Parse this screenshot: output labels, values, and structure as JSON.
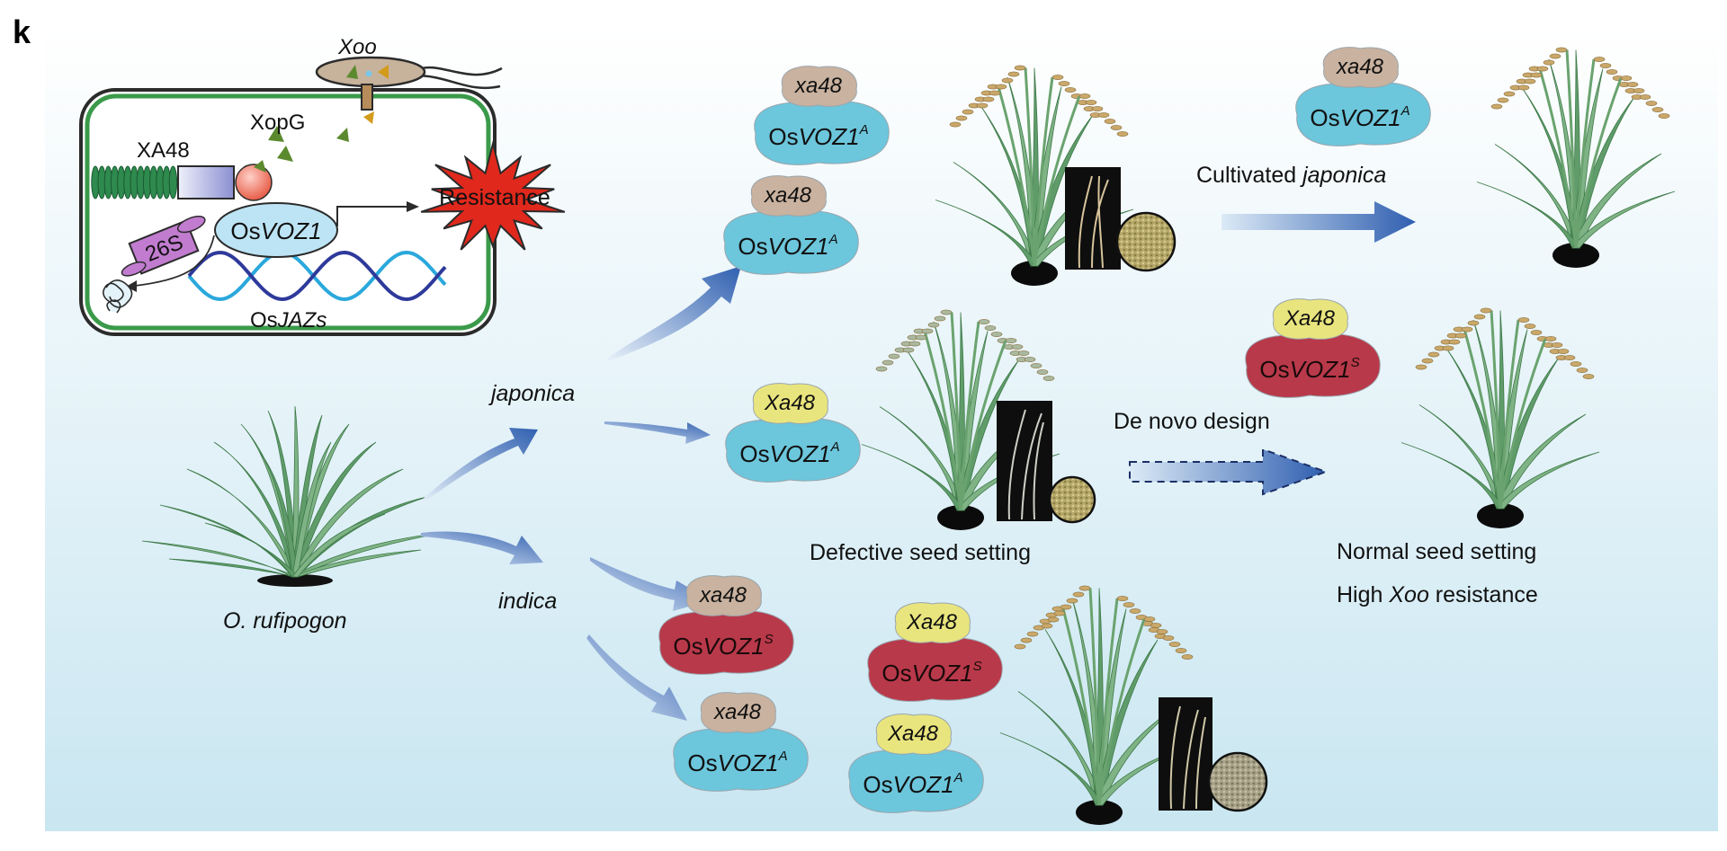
{
  "panel_letter": "k",
  "colors": {
    "bg_top": "#ffffff",
    "bg_bottom": "#cbe7f1",
    "arrow_blue": "#2f5fb0",
    "vozA_fill": "#6cc6dc",
    "vozS_fill": "#b8394a",
    "xa48_recessive_fill": "#c9b29f",
    "Xa48_dominant_fill": "#e9e57e",
    "cell_wall": "#3a9a4a",
    "burst": "#e0281c",
    "leaf_green": "#5f9c6a",
    "panicle_gold": "#c9a86a"
  },
  "cell": {
    "xoo": {
      "main": "Xoo"
    },
    "xopg": {
      "main": "XopG"
    },
    "xa48": {
      "main": "XA48"
    },
    "vozprot": {
      "pre": "Os",
      "ital": "VOZ1"
    },
    "burst": {
      "main": "Resistance"
    },
    "proteasome": {
      "main": "26S"
    },
    "jaz": {
      "pre": "Os",
      "ital": "JAZs"
    }
  },
  "species": {
    "rufipogon": {
      "ital": "O. rufipogon"
    },
    "japonica": {
      "ital": "japonica"
    },
    "indica": {
      "ital": "indica"
    }
  },
  "pairs": {
    "jap1_top": {
      "allele": "xa48",
      "pre": "Os",
      "gene": "VOZ1",
      "sup": "A"
    },
    "jap1_bot": {
      "allele": "xa48",
      "pre": "Os",
      "gene": "VOZ1",
      "sup": "A"
    },
    "jap2": {
      "allele": "Xa48",
      "pre": "Os",
      "gene": "VOZ1",
      "sup": "A"
    },
    "cult": {
      "allele": "xa48",
      "pre": "Os",
      "gene": "VOZ1",
      "sup": "A"
    },
    "design": {
      "allele": "Xa48",
      "pre": "Os",
      "gene": "VOZ1",
      "sup": "S"
    },
    "ind1": {
      "allele": "xa48",
      "pre": "Os",
      "gene": "VOZ1",
      "sup": "S"
    },
    "ind2": {
      "allele": "Xa48",
      "pre": "Os",
      "gene": "VOZ1",
      "sup": "S"
    },
    "ind3": {
      "allele": "xa48",
      "pre": "Os",
      "gene": "VOZ1",
      "sup": "A"
    },
    "ind4": {
      "allele": "Xa48",
      "pre": "Os",
      "gene": "VOZ1",
      "sup": "A"
    }
  },
  "labels": {
    "cultivated": {
      "main": "Cultivated ",
      "ital": "japonica"
    },
    "denovo": {
      "main": "De novo design"
    },
    "defective": {
      "main": "Defective seed setting"
    },
    "normal": {
      "main": "Normal seed setting"
    },
    "high_pre": {
      "main": "High "
    },
    "high_ital": {
      "ital": "Xoo"
    },
    "high_post": {
      "main": " resistance"
    }
  }
}
